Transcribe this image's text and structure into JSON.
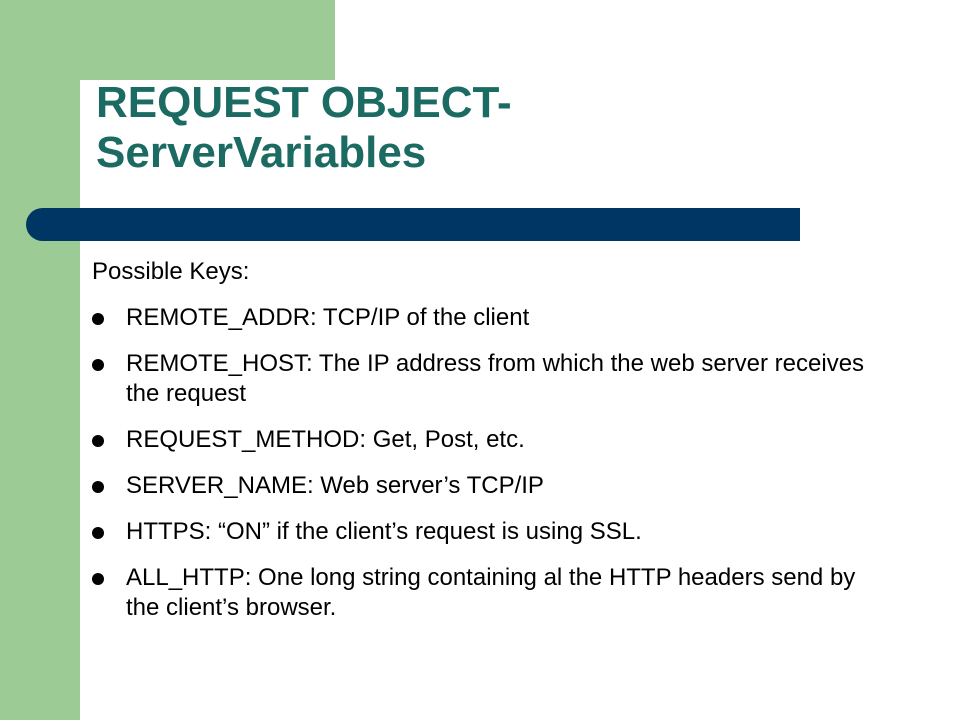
{
  "slide": {
    "title": {
      "line1": "REQUEST OBJECT-",
      "line2": "ServerVariables"
    },
    "intro": "Possible Keys:",
    "bullets": [
      "REMOTE_ADDR: TCP/IP of the client",
      "REMOTE_HOST: The IP address from which the web server receives the request",
      "REQUEST_METHOD: Get, Post, etc.",
      "SERVER_NAME: Web server’s TCP/IP",
      "HTTPS: “ON” if the client’s request is using SSL.",
      "ALL_HTTP: One long string containing al the HTTP headers send by the client’s browser."
    ]
  },
  "colors": {
    "accent_green": "#9dcb95",
    "title_teal": "#1b6b63",
    "bar_navy": "#003663"
  }
}
